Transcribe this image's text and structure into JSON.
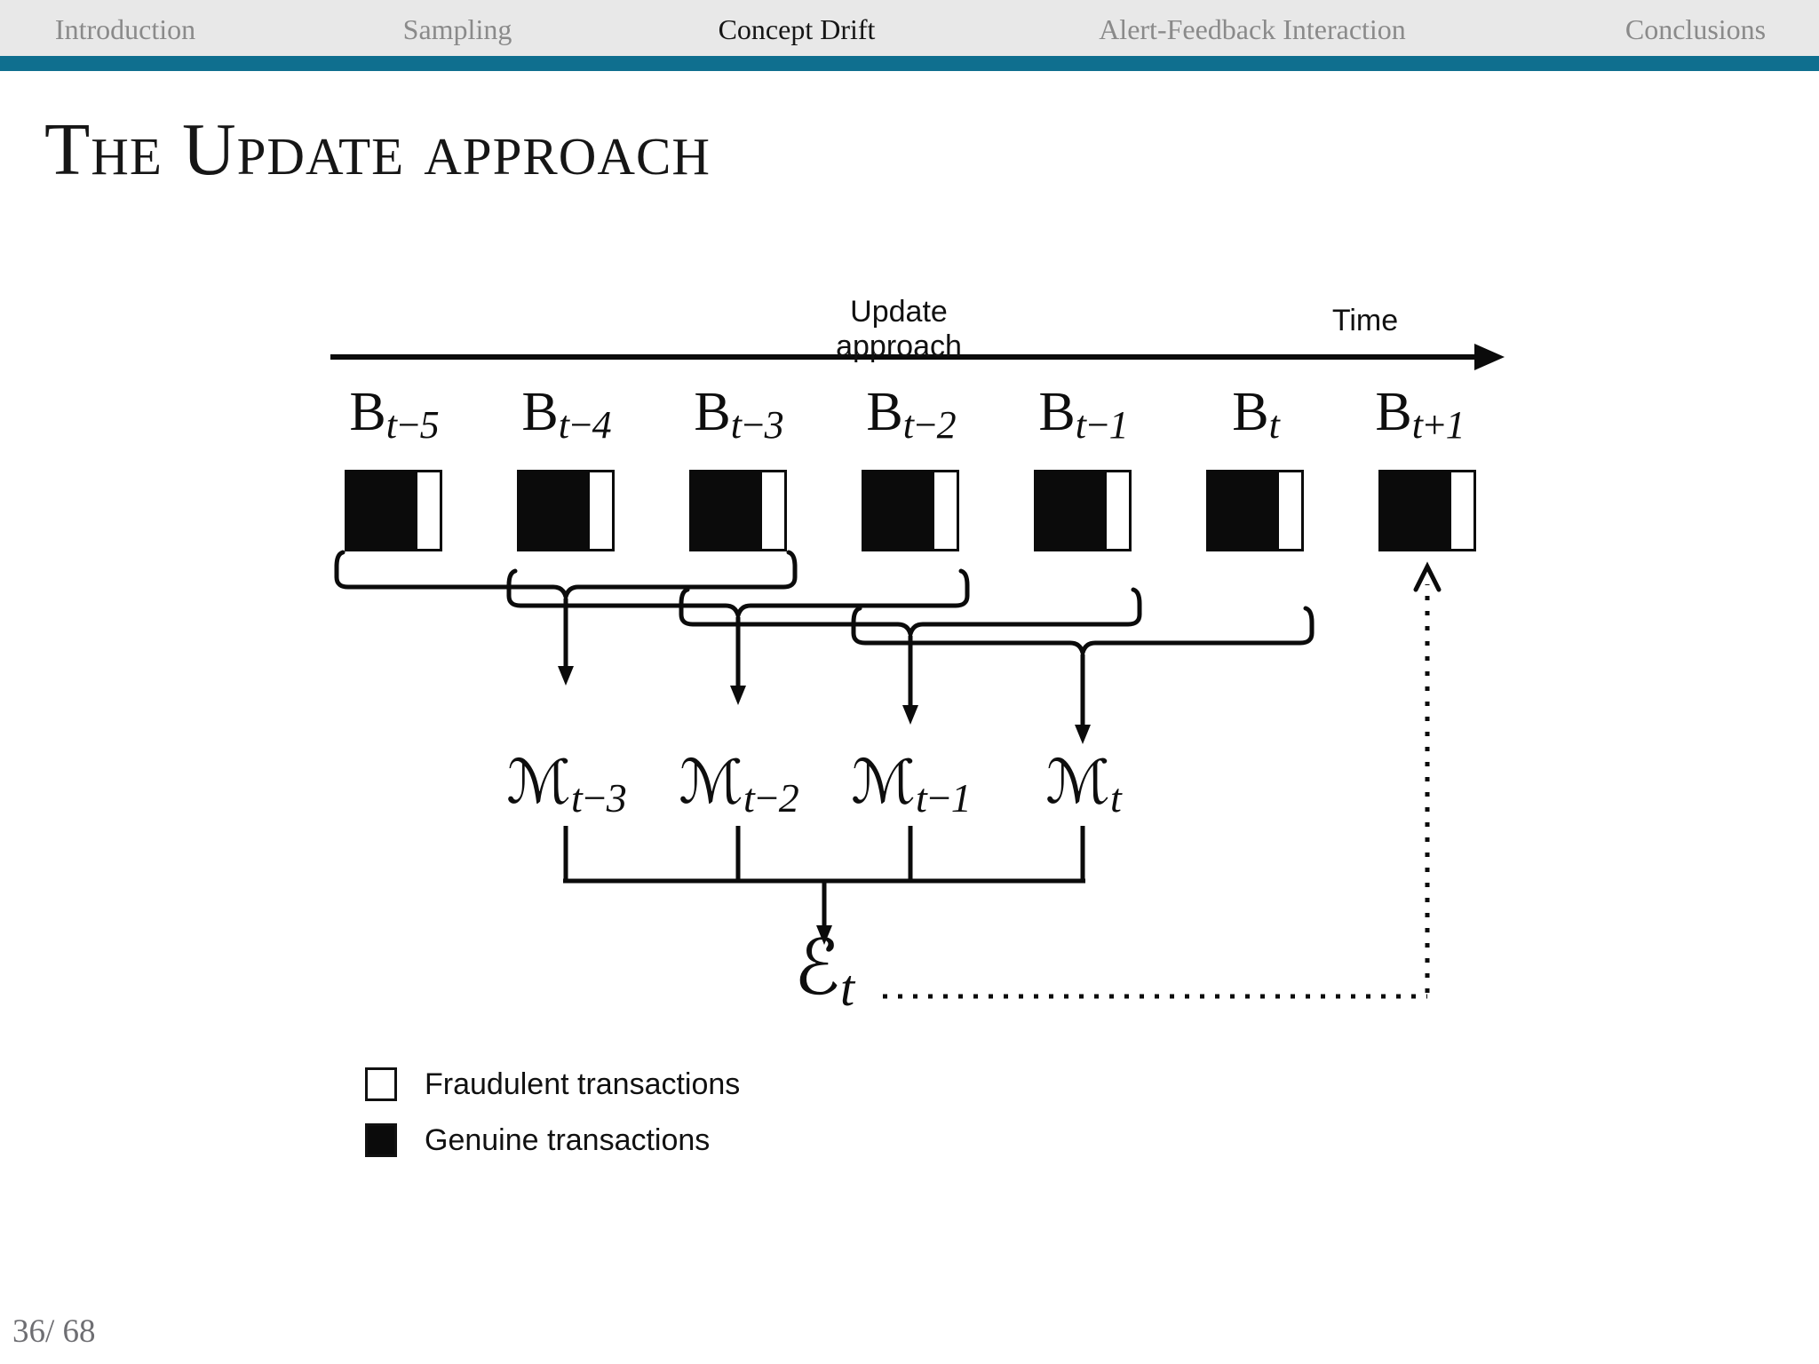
{
  "nav": {
    "items": [
      {
        "label": "Introduction"
      },
      {
        "label": "Sampling"
      },
      {
        "label": "Concept Drift"
      },
      {
        "label": "Alert-Feedback Interaction"
      },
      {
        "label": "Conclusions"
      }
    ],
    "active_item": "Concept Drift"
  },
  "slide": {
    "title": "The Update approach",
    "page_number": "36/ 68"
  },
  "diagram": {
    "flow_label": "Update approach",
    "time_label": "Time",
    "batches": [
      {
        "base": "B",
        "sub": "t−5"
      },
      {
        "base": "B",
        "sub": "t−4"
      },
      {
        "base": "B",
        "sub": "t−3"
      },
      {
        "base": "B",
        "sub": "t−2"
      },
      {
        "base": "B",
        "sub": "t−1"
      },
      {
        "base": "B",
        "sub": "t"
      },
      {
        "base": "B",
        "sub": "t+1"
      }
    ],
    "models": [
      {
        "base": "ℳ",
        "sub": "t−3",
        "trained_on": [
          "B t−5",
          "B t−4",
          "B t−3"
        ]
      },
      {
        "base": "ℳ",
        "sub": "t−2",
        "trained_on": [
          "B t−4",
          "B t−3",
          "B t−2"
        ]
      },
      {
        "base": "ℳ",
        "sub": "t−1",
        "trained_on": [
          "B t−3",
          "B t−2",
          "B t−1"
        ]
      },
      {
        "base": "ℳ",
        "sub": "t",
        "trained_on": [
          "B t−2",
          "B t−1",
          "B t"
        ]
      }
    ],
    "ensemble": {
      "base": "ℰ",
      "sub": "t",
      "aggregates": [
        "ℳ t−3",
        "ℳ t−2",
        "ℳ t−1",
        "ℳ t"
      ],
      "feedback_to": "B t+1"
    },
    "legend": [
      {
        "swatch": "white",
        "label": "Fraudulent transactions"
      },
      {
        "swatch": "black",
        "label": "Genuine transactions"
      }
    ]
  },
  "colors": {
    "accent_teal": "#0f6f8f",
    "nav_background": "#e8e8e8",
    "nav_inactive_text": "#8a8a8a",
    "nav_active_text": "#151515",
    "ink": "#0b0b0b"
  }
}
